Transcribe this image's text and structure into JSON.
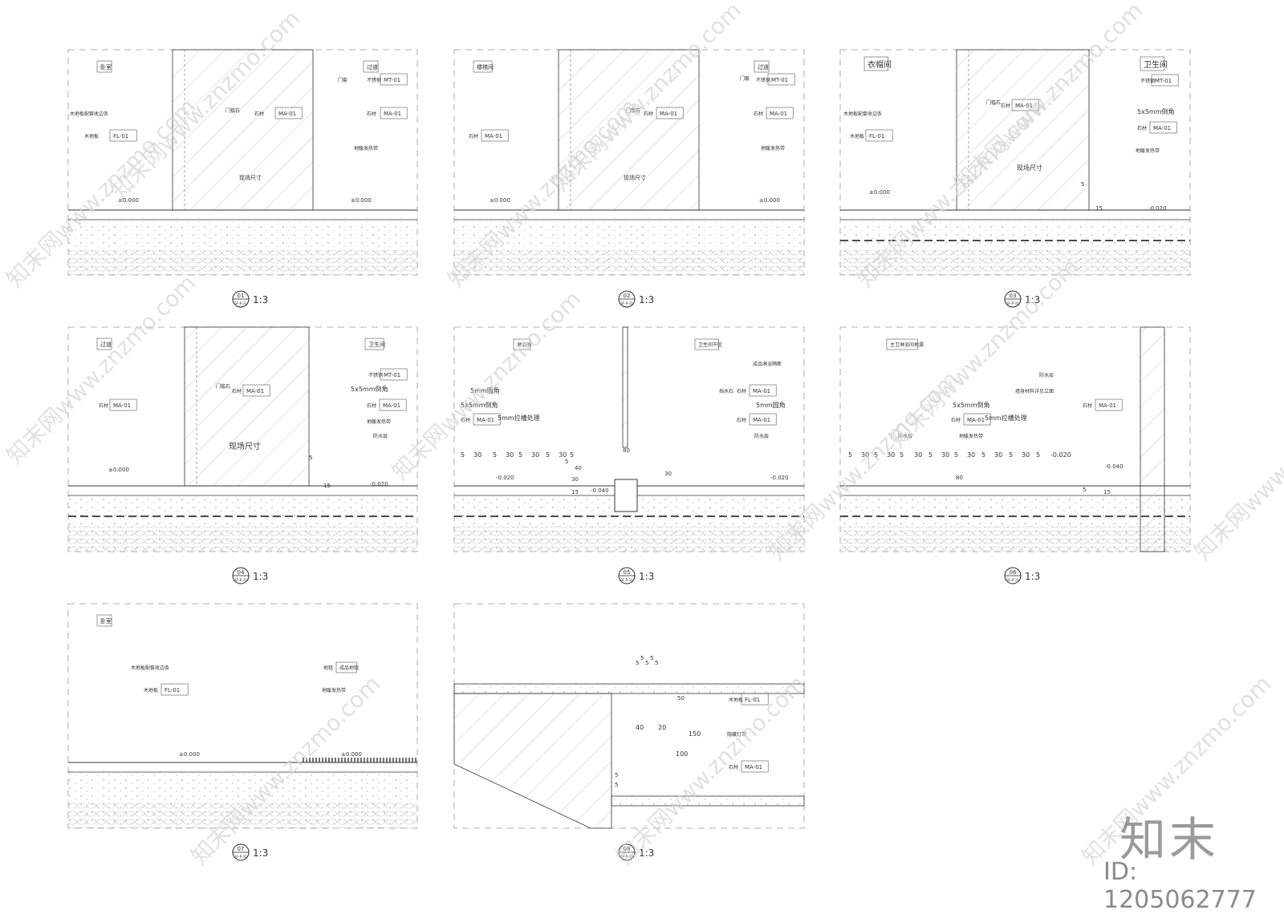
{
  "watermark": {
    "text": "知末网www.znzmo.com"
  },
  "brand": {
    "logo": "知末",
    "id": "ID: 1205062777"
  },
  "common": {
    "scale": "1:3",
    "sheet": "SF-P-31"
  },
  "details": [
    {
      "num": "01",
      "labels": [
        "卧室",
        "过道",
        "木地板配套收边条",
        "木地板",
        "FL-01",
        "门槛石",
        "石材",
        "MA-01",
        "门套",
        "不锈钢",
        "MT-01",
        "石材",
        "MA-01",
        "地暖发热带",
        "现场尺寸",
        "±0.000",
        "±0.000"
      ]
    },
    {
      "num": "02",
      "labels": [
        "楼梯间",
        "过道",
        "门套",
        "不锈钢",
        "MT-01",
        "门槛石",
        "石材",
        "MA-01",
        "石材",
        "MA-01",
        "石材",
        "MA-01",
        "地暖发热带",
        "现场尺寸",
        "±0.000",
        "±0.000"
      ]
    },
    {
      "num": "03",
      "labels": [
        "衣帽间",
        "卫生间",
        "不锈钢",
        "MT-01",
        "门槛石",
        "石材",
        "MA-01",
        "木地板配套收边条",
        "木地板",
        "FL-01",
        "5x5mm倒角",
        "石材",
        "MA-01",
        "地暖发热带",
        "现场尺寸",
        "±0.000",
        "-0.020",
        "15",
        "5"
      ]
    },
    {
      "num": "04",
      "labels": [
        "过道",
        "卫生间",
        "不锈钢",
        "MT-01",
        "门槛石",
        "石材",
        "MA-01",
        "5x5mm倒角",
        "石材",
        "MA-01",
        "石材",
        "MA-01",
        "地暖发热带",
        "防水层",
        "现场尺寸",
        "±0.000",
        "-0.020",
        "15",
        "5"
      ]
    },
    {
      "num": "05",
      "labels": [
        "淋浴间",
        "卫生间干区",
        "成品淋浴隔断",
        "挡水石",
        "石材",
        "MA-01",
        "5mm圆角",
        "5mm圆角",
        "5x5mm倒角",
        "石材",
        "MA-01",
        "5mm拉槽处理",
        "石材",
        "MA-01",
        "防水层",
        "5",
        "30",
        "5",
        "30",
        "5",
        "30",
        "5",
        "30",
        "5",
        "-0.020",
        "-0.040",
        "-0.020",
        "80",
        "40",
        "30",
        "30",
        "15",
        "5"
      ]
    },
    {
      "num": "06",
      "labels": [
        "主卫淋浴间地漏",
        "防水层",
        "墙身材料详见立面",
        "5x5mm倒角",
        "石材",
        "MA-01",
        "5mm拉槽处理",
        "石材",
        "MA-01",
        "防水层",
        "地暖发热带",
        "5",
        "30",
        "5",
        "30",
        "5",
        "30",
        "5",
        "30",
        "5",
        "30",
        "5",
        "30",
        "5",
        "30",
        "5",
        "-0.020",
        "80",
        "-0.040",
        "15",
        "5"
      ]
    },
    {
      "num": "07",
      "labels": [
        "卧室",
        "木地板配套收边条",
        "地毯",
        "成品地毯",
        "木地板",
        "FL-01",
        "地暖发热带",
        "±0.000",
        "±0.000"
      ]
    },
    {
      "num": "08",
      "labels": [
        "5",
        "5",
        "5",
        "5",
        "5",
        "50",
        "木地板",
        "FL-01",
        "40",
        "20",
        "150",
        "隐藏灯带",
        "100",
        "石材",
        "MA-01",
        "5",
        "5"
      ]
    }
  ]
}
